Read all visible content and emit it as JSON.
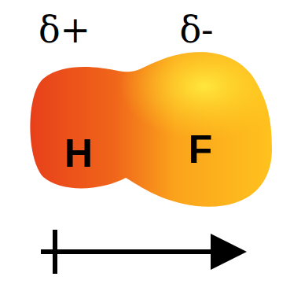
{
  "diagram": {
    "nodes": [
      {
        "text": [
          "H",
          "F"
        ]
      }
    ],
    "labels": [
      "δ+",
      "δ-"
    ]
  }
}
